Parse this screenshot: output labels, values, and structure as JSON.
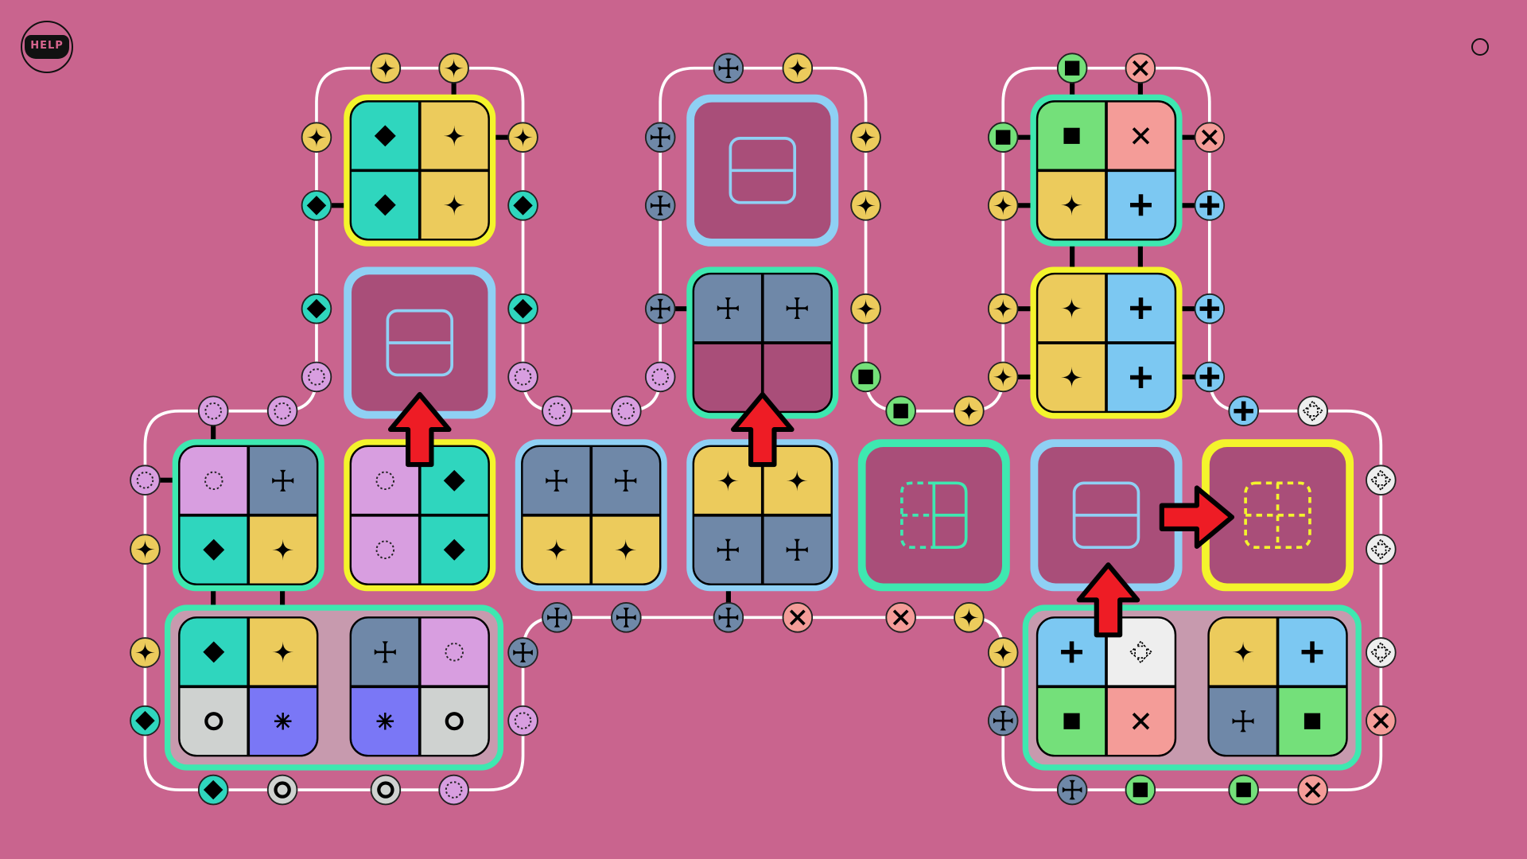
{
  "help_button": {
    "label": "HELP"
  },
  "colors": {
    "background": "#c9648e",
    "track": "#ffffff",
    "empty_tile": "#a94e79",
    "group_fill": "#c79aae",
    "teal": "#2fd6be",
    "yellow": "#eccb5c",
    "slate": "#6f88a8",
    "lilac": "#d89ee0",
    "blue": "#7cc8f2",
    "green": "#74e07a",
    "pink": "#f49c98",
    "grey": "#cfd2d0",
    "purple": "#7a77f6",
    "white": "#eeeeee",
    "arrow": "#ee1c25",
    "border_yellow": "#f4f42c",
    "border_blue": "#8fd0f4",
    "border_teal": "#3ee8b0"
  },
  "tiles": [
    {
      "border": "border_yellow",
      "quadrants": [
        [
          "teal",
          "diamond"
        ],
        [
          "yellow",
          "star"
        ],
        [
          "teal",
          "diamond"
        ],
        [
          "yellow",
          "star"
        ]
      ]
    },
    {
      "border": "border_blue",
      "empty_icon": "split-horizontal-icon"
    },
    {
      "border": "border_blue",
      "empty_icon": "split-horizontal-icon"
    },
    {
      "border": "border_teal",
      "quadrants": [
        [
          "slate",
          "fourarrow"
        ],
        [
          "slate",
          "fourarrow"
        ],
        [
          "empty_tile",
          ""
        ],
        [
          "empty_tile",
          ""
        ]
      ]
    },
    {
      "border": "border_teal",
      "quadrants": [
        [
          "green",
          "square"
        ],
        [
          "pink",
          "x"
        ],
        [
          "yellow",
          "star"
        ],
        [
          "blue",
          "plus"
        ]
      ]
    },
    {
      "border": "border_yellow",
      "quadrants": [
        [
          "yellow",
          "star"
        ],
        [
          "blue",
          "plus"
        ],
        [
          "yellow",
          "star"
        ],
        [
          "blue",
          "plus"
        ]
      ]
    },
    {
      "border": "border_teal",
      "quadrants": [
        [
          "lilac",
          "dotcircle"
        ],
        [
          "slate",
          "fourarrow"
        ],
        [
          "teal",
          "diamond"
        ],
        [
          "yellow",
          "star"
        ]
      ]
    },
    {
      "border": "border_yellow",
      "quadrants": [
        [
          "lilac",
          "dotcircle"
        ],
        [
          "teal",
          "diamond"
        ],
        [
          "lilac",
          "dotcircle"
        ],
        [
          "teal",
          "diamond"
        ]
      ]
    },
    {
      "border": "border_blue",
      "quadrants": [
        [
          "slate",
          "fourarrow"
        ],
        [
          "slate",
          "fourarrow"
        ],
        [
          "yellow",
          "star"
        ],
        [
          "yellow",
          "star"
        ]
      ]
    },
    {
      "border": "border_blue",
      "quadrants": [
        [
          "yellow",
          "star"
        ],
        [
          "yellow",
          "star"
        ],
        [
          "slate",
          "fourarrow"
        ],
        [
          "slate",
          "fourarrow"
        ]
      ]
    },
    {
      "border": "border_teal",
      "empty_icon": "split-vertical-dashed-icon"
    },
    {
      "border": "border_blue",
      "empty_icon": "split-horizontal-icon"
    },
    {
      "border": "border_yellow",
      "empty_icon": "split-quad-dashed-icon"
    },
    {
      "border": "none",
      "quadrants": [
        [
          "teal",
          "diamond"
        ],
        [
          "yellow",
          "star"
        ],
        [
          "grey",
          "ring"
        ],
        [
          "purple",
          "burst"
        ]
      ]
    },
    {
      "border": "none",
      "quadrants": [
        [
          "slate",
          "fourarrow"
        ],
        [
          "lilac",
          "dotcircle"
        ],
        [
          "purple",
          "burst"
        ],
        [
          "grey",
          "ring"
        ]
      ]
    },
    {
      "border": "none",
      "quadrants": [
        [
          "blue",
          "plus"
        ],
        [
          "white",
          "dotcross"
        ],
        [
          "green",
          "square"
        ],
        [
          "pink",
          "x"
        ]
      ]
    },
    {
      "border": "none",
      "quadrants": [
        [
          "yellow",
          "star"
        ],
        [
          "blue",
          "plus"
        ],
        [
          "slate",
          "fourarrow"
        ],
        [
          "green",
          "square"
        ]
      ]
    }
  ],
  "groups": [
    {
      "border": "border_teal"
    },
    {
      "border": "border_teal"
    }
  ],
  "tokens": [
    [
      "yellow",
      "star"
    ],
    [
      "yellow",
      "star"
    ],
    [
      "yellow",
      "star"
    ],
    [
      "teal",
      "diamond"
    ],
    [
      "teal",
      "diamond"
    ],
    [
      "lilac",
      "dotcircle"
    ],
    [
      "yellow",
      "star"
    ],
    [
      "teal",
      "diamond"
    ],
    [
      "teal",
      "diamond"
    ],
    [
      "lilac",
      "dotcircle"
    ],
    [
      "lilac",
      "dotcircle"
    ],
    [
      "lilac",
      "dotcircle"
    ],
    [
      "lilac",
      "dotcircle"
    ],
    [
      "yellow",
      "star"
    ],
    [
      "yellow",
      "star"
    ],
    [
      "teal",
      "diamond"
    ],
    [
      "teal",
      "diamond"
    ],
    [
      "grey",
      "ring"
    ],
    [
      "grey",
      "ring"
    ],
    [
      "lilac",
      "dotcircle"
    ],
    [
      "slate",
      "fourarrow"
    ],
    [
      "lilac",
      "dotcircle"
    ],
    [
      "lilac",
      "dotcircle"
    ],
    [
      "lilac",
      "dotcircle"
    ],
    [
      "slate",
      "fourarrow"
    ],
    [
      "slate",
      "fourarrow"
    ],
    [
      "slate",
      "fourarrow"
    ],
    [
      "pink",
      "x"
    ],
    [
      "pink",
      "x"
    ],
    [
      "yellow",
      "star"
    ],
    [
      "slate",
      "fourarrow"
    ],
    [
      "yellow",
      "star"
    ],
    [
      "slate",
      "fourarrow"
    ],
    [
      "slate",
      "fourarrow"
    ],
    [
      "slate",
      "fourarrow"
    ],
    [
      "lilac",
      "dotcircle"
    ],
    [
      "yellow",
      "star"
    ],
    [
      "yellow",
      "star"
    ],
    [
      "yellow",
      "star"
    ],
    [
      "green",
      "square"
    ],
    [
      "green",
      "square"
    ],
    [
      "yellow",
      "star"
    ],
    [
      "green",
      "square"
    ],
    [
      "pink",
      "x"
    ],
    [
      "green",
      "square"
    ],
    [
      "yellow",
      "star"
    ],
    [
      "yellow",
      "star"
    ],
    [
      "yellow",
      "star"
    ],
    [
      "pink",
      "x"
    ],
    [
      "blue",
      "plus"
    ],
    [
      "blue",
      "plus"
    ],
    [
      "blue",
      "plus"
    ],
    [
      "blue",
      "plus"
    ],
    [
      "white",
      "dotcross"
    ],
    [
      "white",
      "dotcross"
    ],
    [
      "white",
      "dotcross"
    ],
    [
      "white",
      "dotcross"
    ],
    [
      "pink",
      "x"
    ],
    [
      "yellow",
      "star"
    ],
    [
      "slate",
      "fourarrow"
    ],
    [
      "slate",
      "fourarrow"
    ],
    [
      "green",
      "square"
    ],
    [
      "green",
      "square"
    ],
    [
      "pink",
      "x"
    ]
  ],
  "arrows": [
    "up",
    "up",
    "up",
    "right"
  ]
}
